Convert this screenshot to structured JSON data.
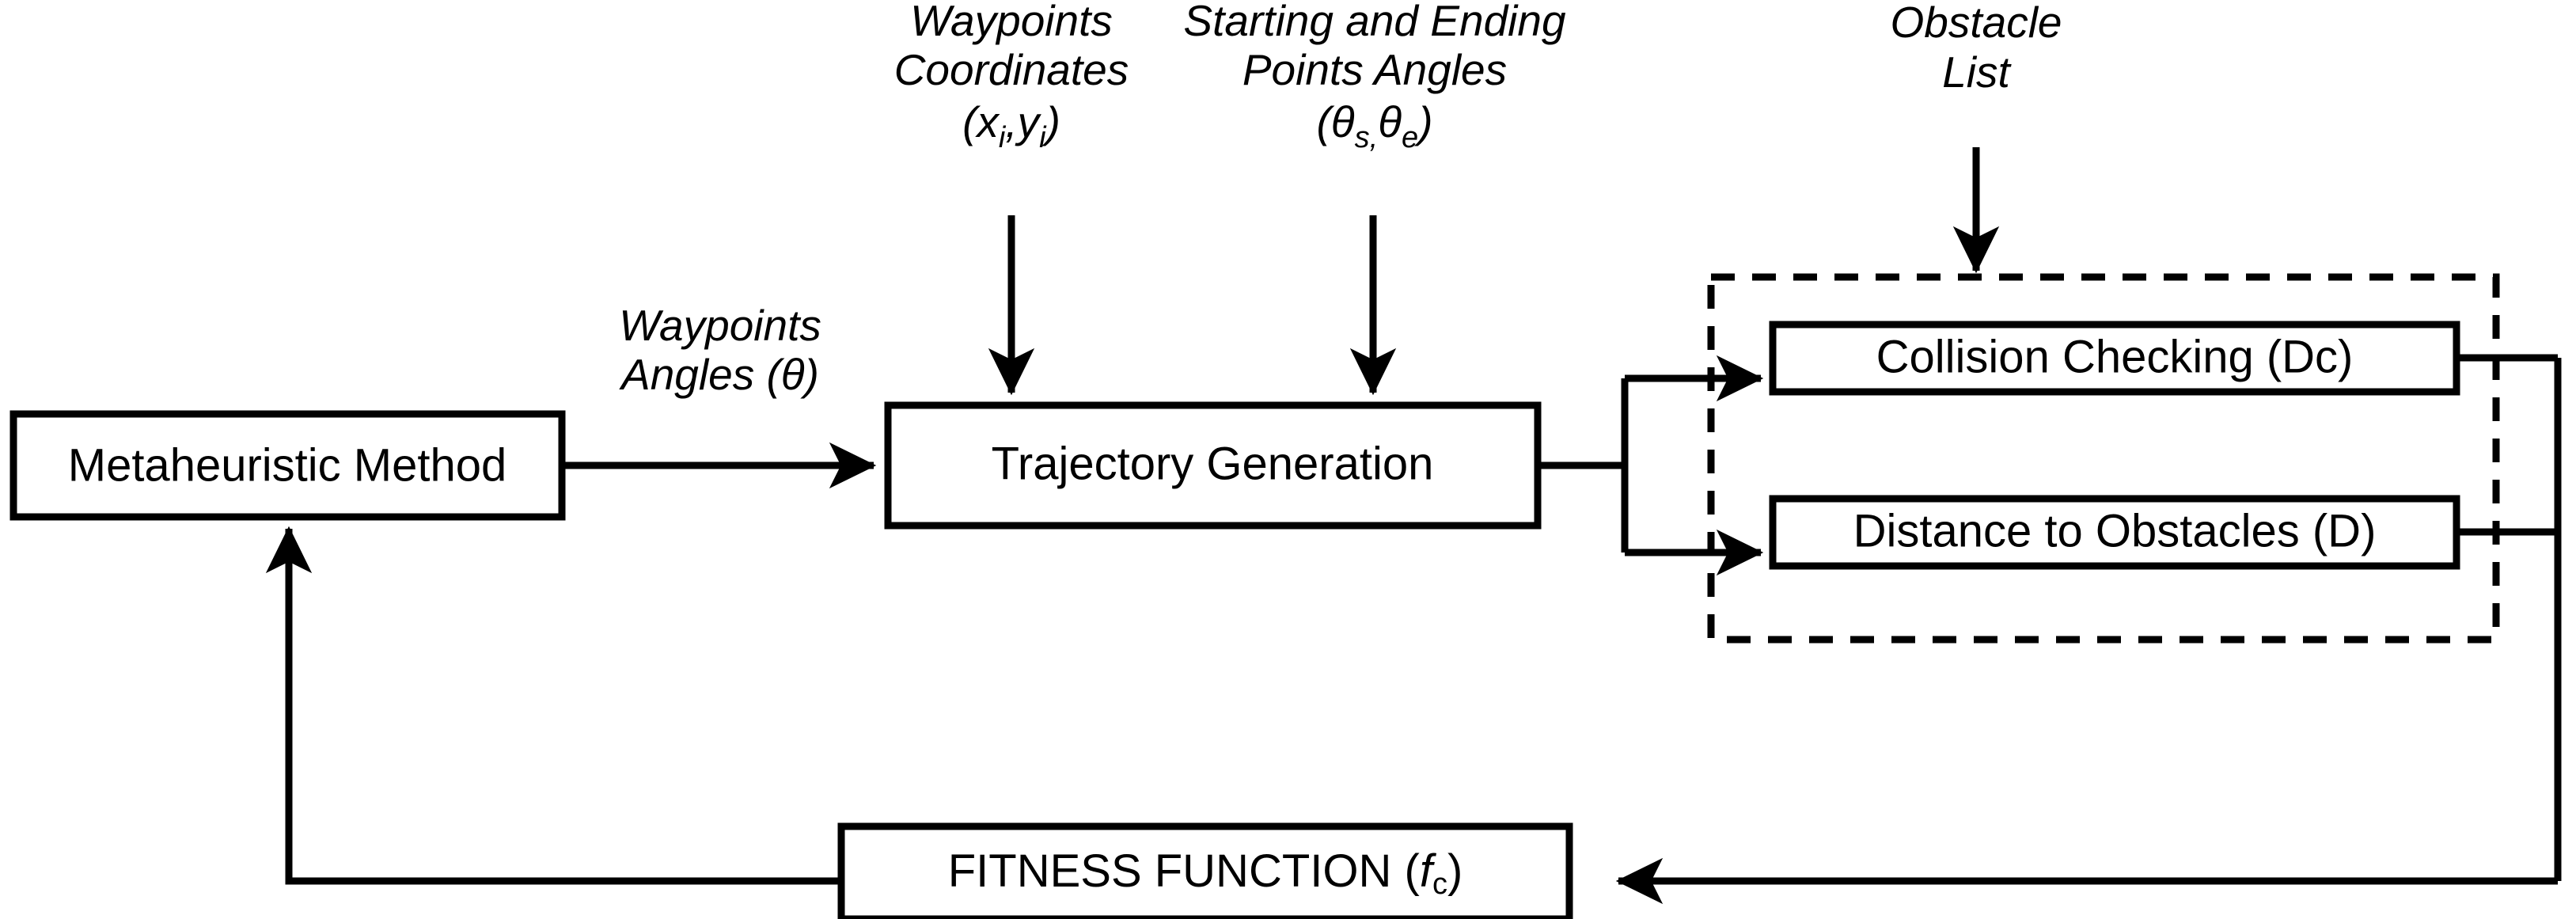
{
  "diagram": {
    "title": "Trajectory planning optimization block diagram",
    "colors": {
      "stroke": "#000000",
      "background": "#ffffff",
      "fill": "#ffffff"
    },
    "nodes": [
      {
        "id": "metaheuristic",
        "label": "Metaheuristic Method"
      },
      {
        "id": "trajectory",
        "label": "Trajectory Generation"
      },
      {
        "id": "collision",
        "label": "Collision Checking (Dc)"
      },
      {
        "id": "distance",
        "label": "Distance to Obstacles (D)"
      },
      {
        "id": "fitness",
        "label": "FITNESS FUNCTION (",
        "label_italic": "f",
        "label_sub": "c",
        "label_tail": ")"
      }
    ],
    "annotations": {
      "waypoints_angles": {
        "line1": "Waypoints",
        "line2": "Angles (θ)"
      },
      "waypoints_coordinates": {
        "line1": "Waypoints",
        "line2": "Coordinates",
        "line3_open": "(x",
        "line3_sub1": "i",
        "line3_mid": ",y",
        "line3_sub2": "i",
        "line3_close": ")"
      },
      "start_end_angles": {
        "line1": "Starting and Ending",
        "line2": "Points Angles",
        "line3_open": "(",
        "line3_t1": "θ",
        "line3_sub1": "s,",
        "line3_t2": "θ",
        "line3_sub2": "e",
        "line3_close": ")"
      },
      "obstacle_list": {
        "line1": "Obstacle",
        "line2": "List"
      }
    },
    "connections": [
      {
        "id": "metaheuristic-to-trajectory",
        "from": "metaheuristic",
        "to": "trajectory",
        "label_ref": "waypoints_angles"
      },
      {
        "id": "waypoints-coordinates-to-trajectory",
        "from": "waypoints_coordinates",
        "to": "trajectory"
      },
      {
        "id": "start-end-angles-to-trajectory",
        "from": "start_end_angles",
        "to": "trajectory"
      },
      {
        "id": "obstacle-list-to-group",
        "from": "obstacle_list",
        "to": "obstacle-group"
      },
      {
        "id": "trajectory-to-collision",
        "from": "trajectory",
        "to": "collision"
      },
      {
        "id": "trajectory-to-distance",
        "from": "trajectory",
        "to": "distance"
      },
      {
        "id": "collision-to-fitness",
        "from": "collision",
        "to": "fitness"
      },
      {
        "id": "distance-to-fitness",
        "from": "distance",
        "to": "fitness"
      },
      {
        "id": "fitness-to-metaheuristic",
        "from": "fitness",
        "to": "metaheuristic"
      }
    ]
  }
}
